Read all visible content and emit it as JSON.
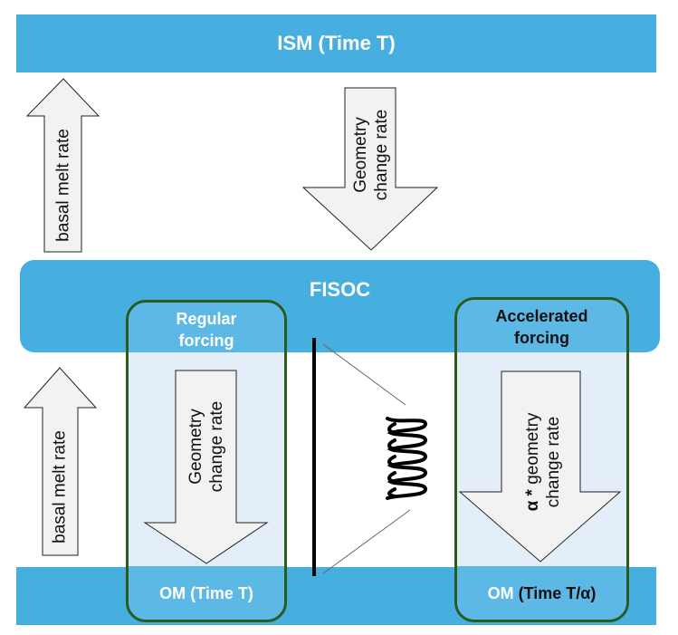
{
  "colors": {
    "bar_blue": "#47afe0",
    "panel_top_blue": "#5db8e6",
    "panel_mid": "#e3eef9",
    "panel_border": "#2a5a1e",
    "arrow_fill": "#f2f2f2",
    "arrow_stroke": "#222222"
  },
  "ism": {
    "label": "ISM (Time T)"
  },
  "fisoc": {
    "label": "FISOC"
  },
  "upper_arrows": {
    "basal_melt": {
      "label": "basal melt rate",
      "direction": "up"
    },
    "geometry": {
      "line1": "Geometry",
      "line2": "change rate",
      "direction": "down"
    }
  },
  "lower_arrows": {
    "basal_melt": {
      "label": "basal melt rate",
      "direction": "up"
    }
  },
  "panels": {
    "regular": {
      "title_line1": "Regular",
      "title_line2": "forcing",
      "arrow_line1": "Geometry",
      "arrow_line2": "change rate",
      "footer": "OM (Time T)"
    },
    "accelerated": {
      "title_line1": "Accelerated",
      "title_line2": "forcing",
      "arrow_alpha": "α *",
      "arrow_line1": " geometry",
      "arrow_line2": "change rate",
      "footer_om": "OM",
      "footer_rest": " (Time T/α)"
    }
  },
  "spring": {
    "icon": "spring-icon"
  }
}
